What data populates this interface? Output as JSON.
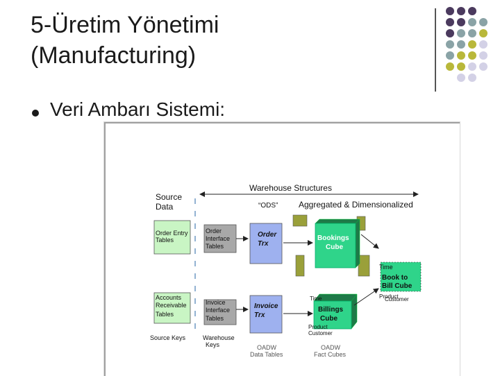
{
  "slide": {
    "title_line1": "5-Üretim Yönetimi",
    "title_line2": "(Manufacturing)",
    "bullet": "Veri Ambarı Sistemi:"
  },
  "colors": {
    "purple": "#4b3a5e",
    "teal": "#8aa3a6",
    "olive": "#b9b83a",
    "lavender": "#d3d1e6",
    "green_box": "#c9f5c4",
    "gray_box": "#a8a8a8",
    "blue_box": "#9eb1ef",
    "dark_green": "#1e7a48",
    "cube_green": "#2fd48a"
  },
  "diagram": {
    "warehouse_structures": "Warehouse Structures",
    "source_data_1": "Source",
    "source_data_2": "Data",
    "ods": "“ODS”",
    "aggregated": "Aggregated & Dimensionalized",
    "order_entry_1": "Order Entry",
    "order_entry_2": "Tables",
    "order_interface_1": "Order",
    "order_interface_2": "Interface",
    "order_interface_3": "Tables",
    "order_trx_1": "Order",
    "order_trx_2": "Trx",
    "bookings_1": "Bookings",
    "bookings_2": "Cube",
    "time_1": "Time",
    "book_to_bill_1": "Book to",
    "book_to_bill_2": "Bill Cube",
    "product_1": "Product",
    "customer_1": "Customer",
    "accounts_1": "Accounts",
    "accounts_2": "Receivable",
    "accounts_3": "Tables",
    "invoice_interface_1": "Invoice",
    "invoice_interface_2": "Interface",
    "invoice_interface_3": "Tables",
    "invoice_trx_1": "Invoice",
    "invoice_trx_2": "Trx",
    "time_2": "Time",
    "billings_1": "Billings",
    "billings_2": "Cube",
    "product_2": "Product",
    "customer_2": "Customer",
    "source_keys": "Source Keys",
    "warehouse_keys_1": "Warehouse",
    "warehouse_keys_2": "Keys",
    "oadw_tables_1": "OADW",
    "oadw_tables_2": "Data Tables",
    "oadw_cubes_1": "OADW",
    "oadw_cubes_2": "Fact Cubes"
  }
}
